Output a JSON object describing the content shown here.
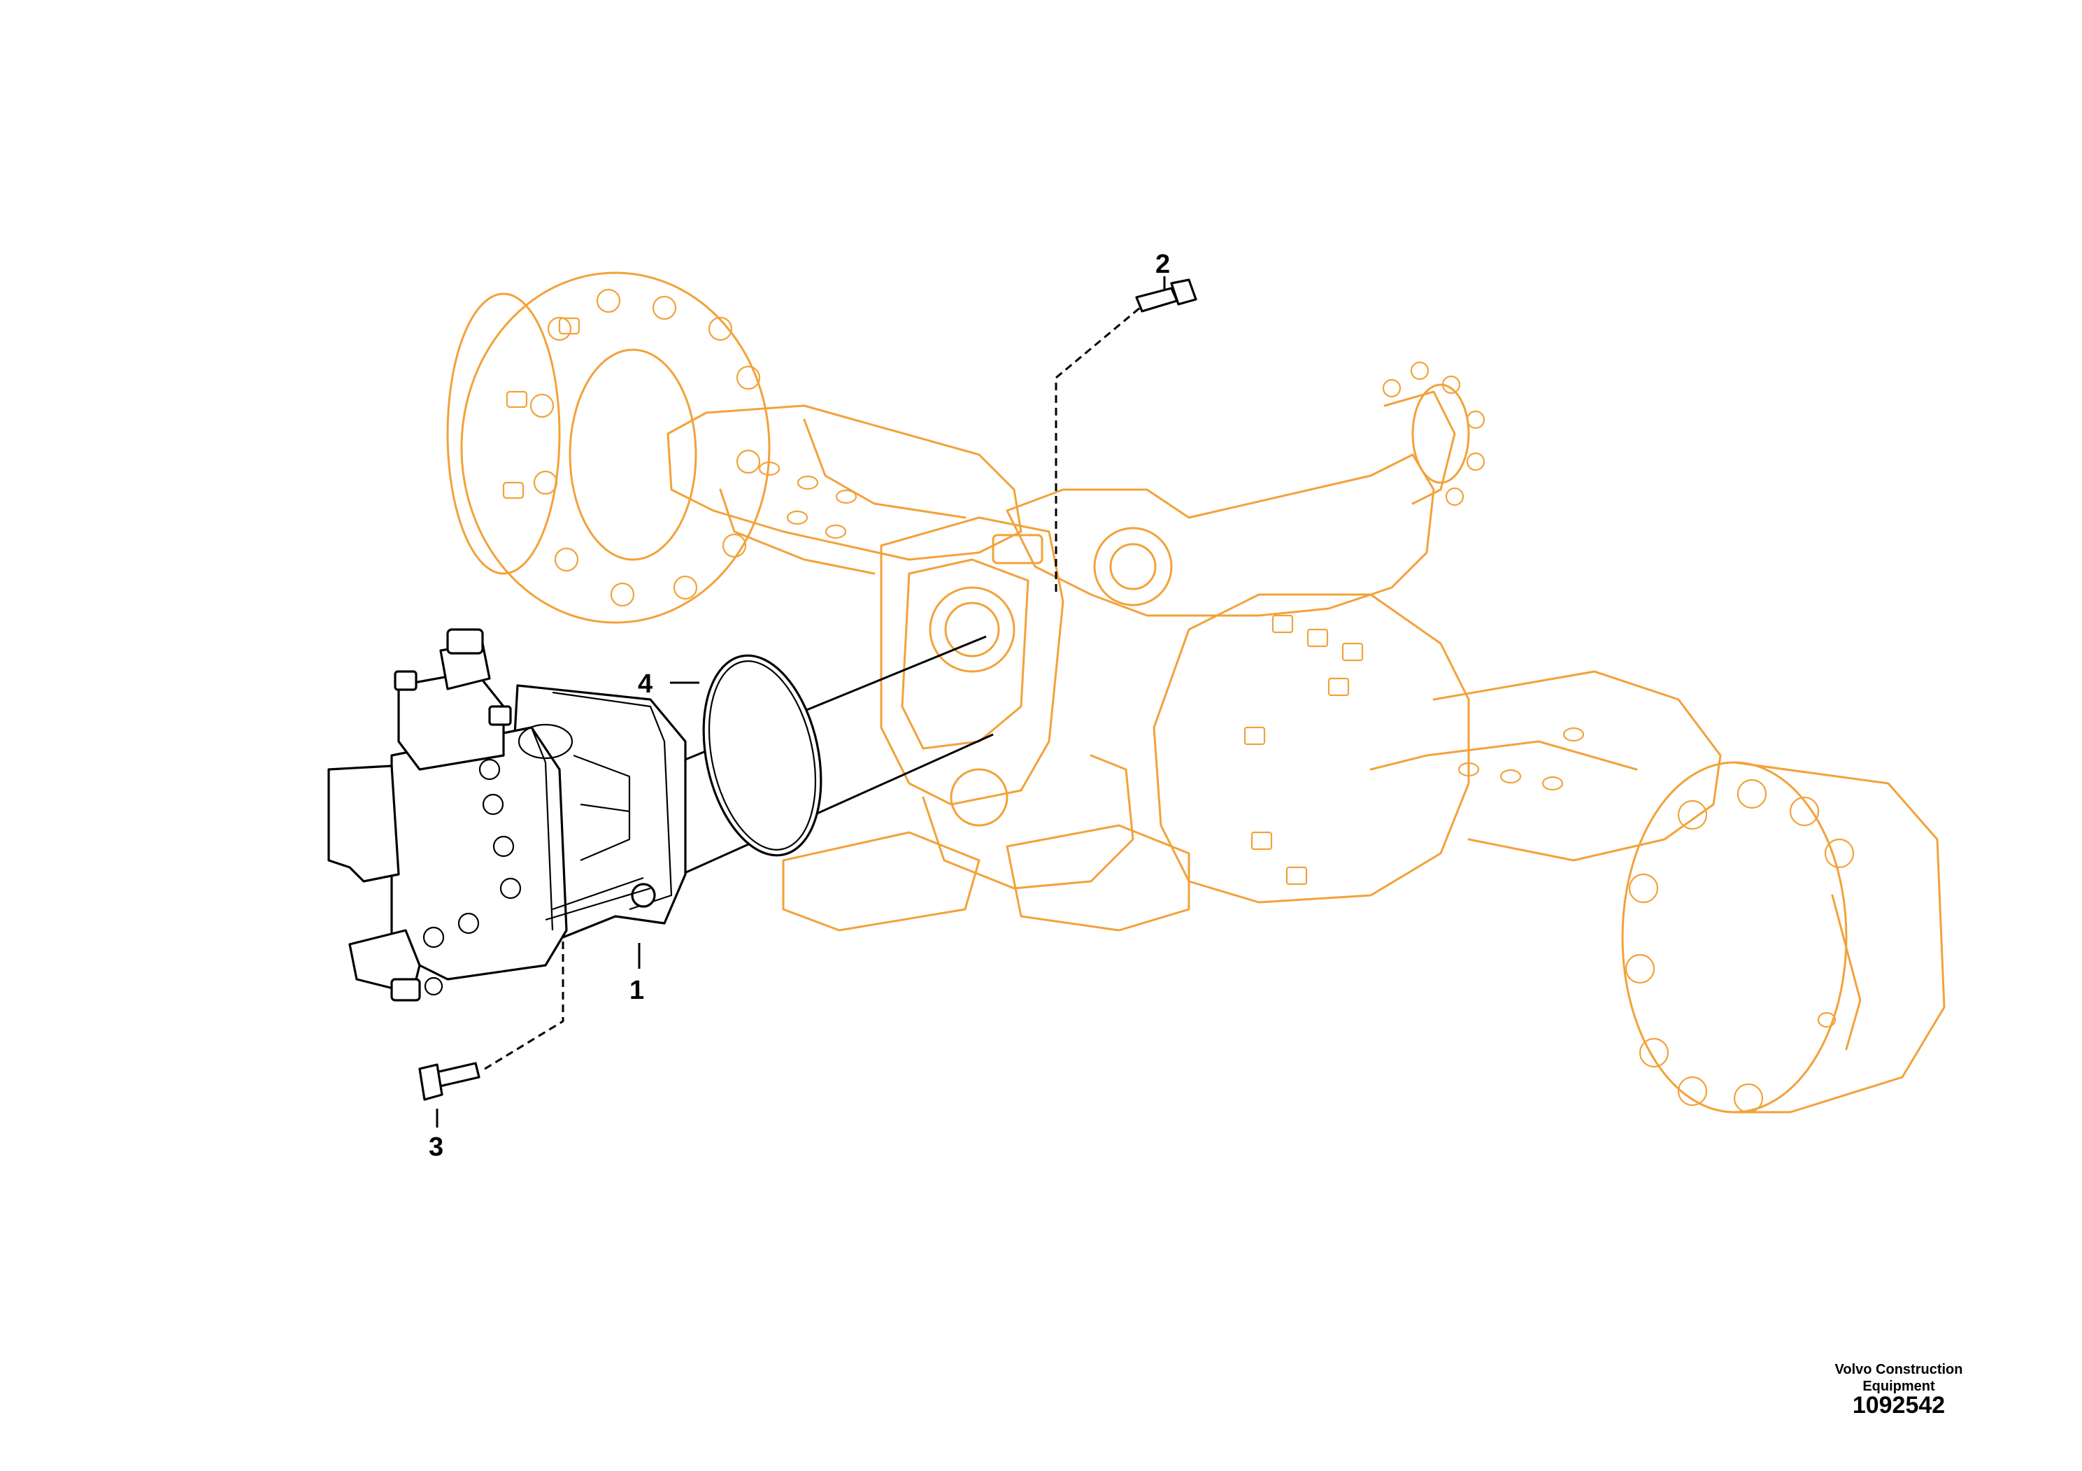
{
  "diagram": {
    "callouts": [
      {
        "id": "1",
        "label": "1"
      },
      {
        "id": "2",
        "label": "2"
      },
      {
        "id": "3",
        "label": "3"
      },
      {
        "id": "4",
        "label": "4"
      }
    ]
  },
  "footer": {
    "publisher_line1": "Volvo Construction",
    "publisher_line2": "Equipment",
    "drawing_number": "1092542"
  },
  "colors": {
    "axle_outline": "#f2a23a",
    "part_outline": "#000000",
    "background": "#ffffff"
  }
}
